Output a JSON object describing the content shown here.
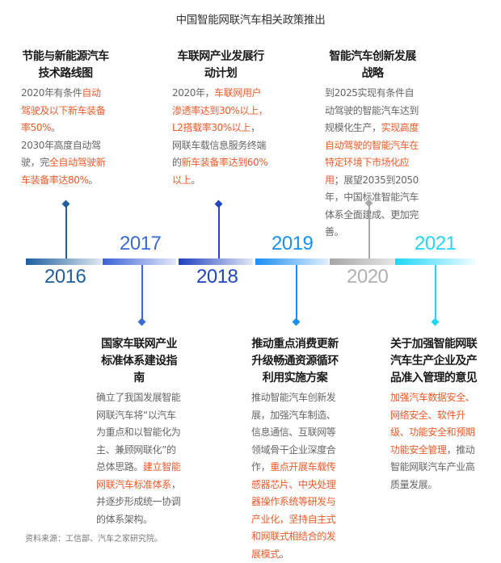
{
  "title": "中国智能网联汽车相关政策推出",
  "colors": {
    "highlight": "#f05a28",
    "y2016": "#1f5fa0",
    "y2017": "#3a6ad8",
    "y2018": "#2145c0",
    "y2019": "#1a8ef0",
    "y2020": "#a8a8a8",
    "y2021": "#22d6f5"
  },
  "timeline": [
    {
      "year": "2016",
      "position": "top",
      "heading": "节能与新能源汽车技术路线图",
      "body": [
        {
          "text": "2020年有条件",
          "hl": false
        },
        {
          "text": "自动驾驶及以下新车装备率50%",
          "hl": true
        },
        {
          "text": "。",
          "hl": false
        },
        {
          "text": "2030年高度自动驾驶，完",
          "hl": false,
          "br_before": true
        },
        {
          "text": "全自动驾驶新车装备率达80%",
          "hl": true
        },
        {
          "text": "。",
          "hl": false
        }
      ]
    },
    {
      "year": "2017",
      "position": "bottom",
      "heading": "国家车联网产业标准体系建设指南",
      "body": [
        {
          "text": "确立了我国发展智能网联汽车将“以汽车为重点和以智能化为主、兼顾网联化”的总体思路。",
          "hl": false
        },
        {
          "text": "建立智能网联汽车标准体系",
          "hl": true
        },
        {
          "text": "，并逐步形成统一协调的体系架构。",
          "hl": false
        }
      ]
    },
    {
      "year": "2018",
      "position": "top",
      "heading": "车联网产业发展行动计划",
      "body": [
        {
          "text": "2020年，",
          "hl": false
        },
        {
          "text": "车联网用户渗透率达到30%以上，L2搭载率30%以上",
          "hl": true
        },
        {
          "text": "，网联车载信息服务终端的",
          "hl": false
        },
        {
          "text": "新车装备率达到60%以上",
          "hl": true
        },
        {
          "text": "。",
          "hl": false
        }
      ]
    },
    {
      "year": "2019",
      "position": "bottom",
      "heading": "推动重点消费更新升级畅通资源循环利用实施方案",
      "body": [
        {
          "text": "推动智能汽车创新发展，加强汽车制造、信息通信、互联网等领域骨干企业深度合作，",
          "hl": false
        },
        {
          "text": "重点开展车载传感器芯片、中央处理器操作系统等研发与产业化，坚持自主式和网联式相结合的发展模式",
          "hl": true
        },
        {
          "text": "。",
          "hl": false
        }
      ]
    },
    {
      "year": "2020",
      "position": "top",
      "heading": "智能汽车创新发展战略",
      "body": [
        {
          "text": "到2025实现有条件自动驾驶的智能汽车达到规模化生产，",
          "hl": false
        },
        {
          "text": "实现高度自动驾驶的智能汽车在特定环境下市场化应用",
          "hl": true
        },
        {
          "text": "；展望2035到2050年，中国标准智能汽车体系全面建成、更加完善。",
          "hl": false
        }
      ]
    },
    {
      "year": "2021",
      "position": "bottom",
      "heading": "关于加强智能网联汽车生产企业及产品准入管理的意见",
      "body": [
        {
          "text": "加强汽车数据安全、网络安全、软件升级、功能安全和预期功能安全管理",
          "hl": true
        },
        {
          "text": "，推动智能网联汽车产业高质量发展。",
          "hl": false
        }
      ]
    }
  ],
  "source": "资料来源：工信部、汽车之家研究院。"
}
